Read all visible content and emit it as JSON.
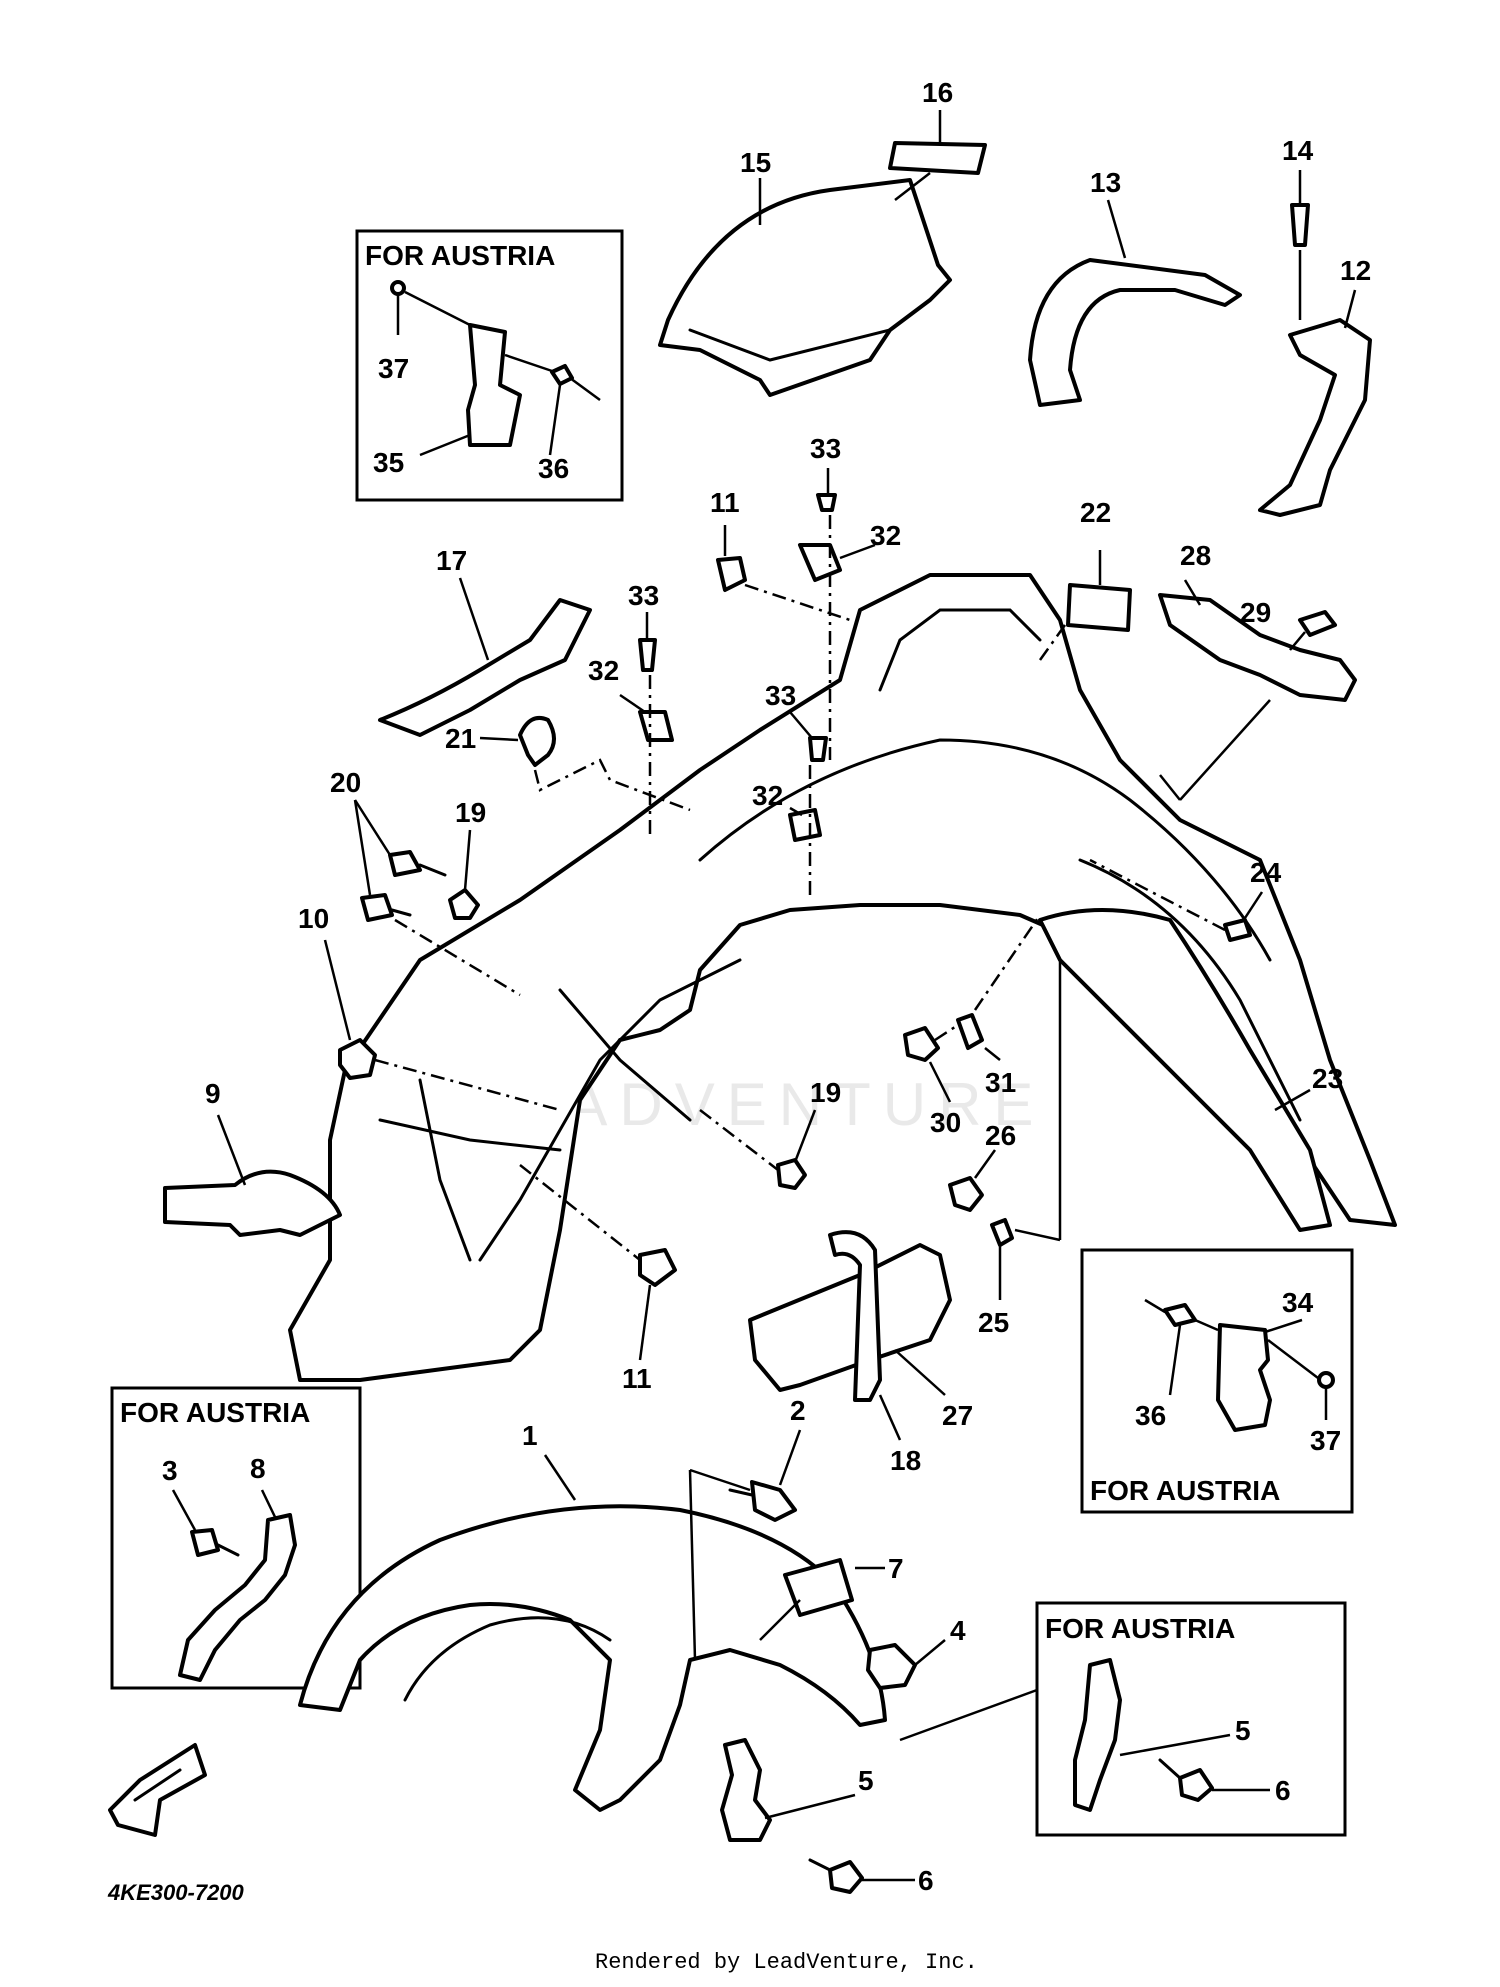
{
  "watermark": "LEADVENTURE",
  "boxes": {
    "austria_top": "FOR AUSTRIA",
    "austria_right": "FOR AUSTRIA",
    "austria_left": "FOR AUSTRIA",
    "austria_bottom": "FOR AUSTRIA"
  },
  "callouts": {
    "c1": "1",
    "c2": "2",
    "c3": "3",
    "c4": "4",
    "c5a": "5",
    "c5b": "5",
    "c6a": "6",
    "c6b": "6",
    "c7": "7",
    "c8": "8",
    "c9": "9",
    "c10": "10",
    "c11a": "11",
    "c11b": "11",
    "c12": "12",
    "c13": "13",
    "c14": "14",
    "c15": "15",
    "c16": "16",
    "c17": "17",
    "c18": "18",
    "c19a": "19",
    "c19b": "19",
    "c20": "20",
    "c21": "21",
    "c22": "22",
    "c23": "23",
    "c24": "24",
    "c25": "25",
    "c26": "26",
    "c27": "27",
    "c28": "28",
    "c29": "29",
    "c30": "30",
    "c31": "31",
    "c32a": "32",
    "c32b": "32",
    "c32c": "32",
    "c33a": "33",
    "c33b": "33",
    "c33c": "33",
    "c34": "34",
    "c35": "35",
    "c36a": "36",
    "c36b": "36",
    "c37a": "37",
    "c37b": "37"
  },
  "diagram_code": "4KE300-7200",
  "footer": "Rendered by LeadVenture, Inc."
}
